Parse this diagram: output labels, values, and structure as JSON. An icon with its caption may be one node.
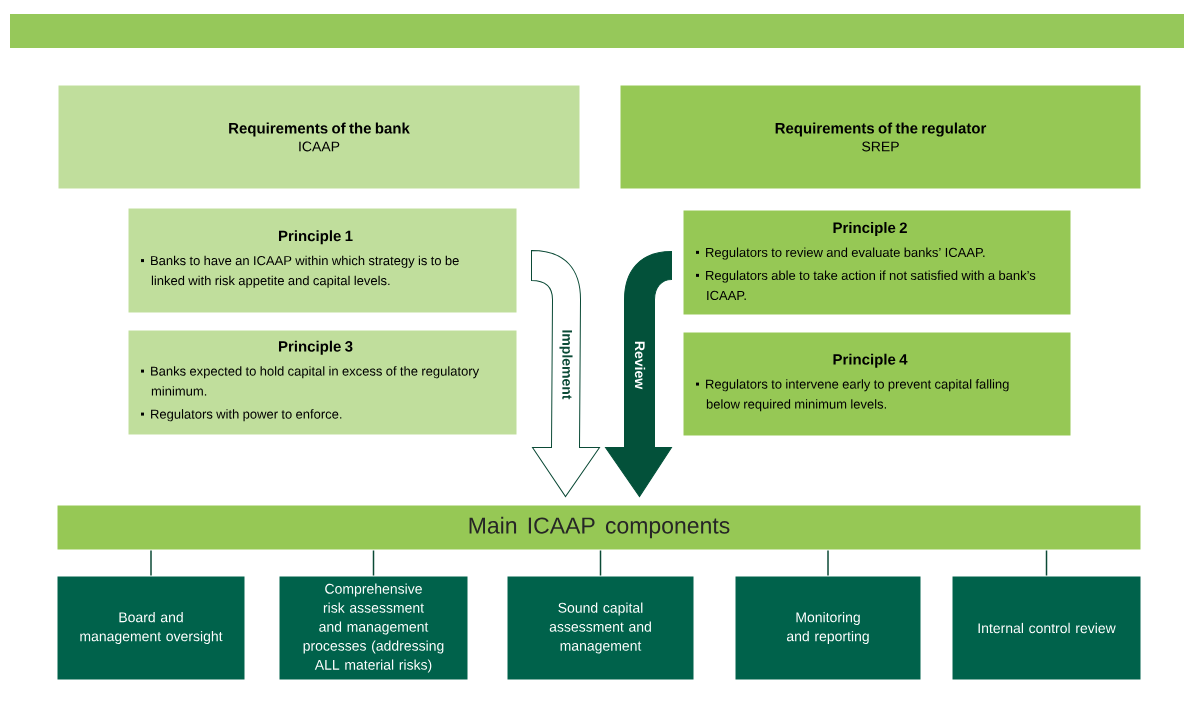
{
  "diagram": {
    "nodes": [
      {
        "text": [
          "Requirements of the bank",
          "ICAAP"
        ]
      },
      {
        "text": [
          "Requirements of the regulator",
          "SREP"
        ]
      },
      {
        "text": [
          "Principle 1",
          "Banks to have an ICAAP within which strategy is to be linked with risk appetite and capital levels."
        ]
      },
      {
        "text": [
          "Principle 3",
          "Banks expected to hold capital in excess of the regulatory minimum.",
          "Regulators with power to enforce."
        ]
      },
      {
        "text": [
          "Principle 2",
          "Regulators to review and evaluate banks’ ICAAP.",
          "Regulators able to take action if not satisfied with a bank’s ICAAP."
        ]
      },
      {
        "text": [
          "Principle 4",
          "Regulators to intervene early to prevent capital falling below required minimum levels."
        ]
      },
      {
        "text": [
          "Main ICAAP components"
        ]
      },
      {
        "text": [
          "Board and management oversight"
        ]
      },
      {
        "text": [
          "Comprehensive risk assessment and management processes (addressing ALL material risks)"
        ]
      },
      {
        "text": [
          "Sound capital assessment and management"
        ]
      },
      {
        "text": [
          "Monitoring and reporting"
        ]
      },
      {
        "text": [
          "Internal control review"
        ]
      }
    ],
    "edges": [
      {
        "from": 2,
        "to": 6,
        "arrow": "to",
        "label": "Implement"
      },
      {
        "from": 4,
        "to": 6,
        "arrow": "to",
        "label": "Review",
        "color": "#03513a"
      },
      {
        "from": 6,
        "to": 7,
        "arrow": "none"
      },
      {
        "from": 6,
        "to": 8,
        "arrow": "none"
      },
      {
        "from": 6,
        "to": 9,
        "arrow": "none"
      },
      {
        "from": 6,
        "to": 10,
        "arrow": "none"
      },
      {
        "from": 6,
        "to": 11,
        "arrow": "none"
      }
    ]
  }
}
